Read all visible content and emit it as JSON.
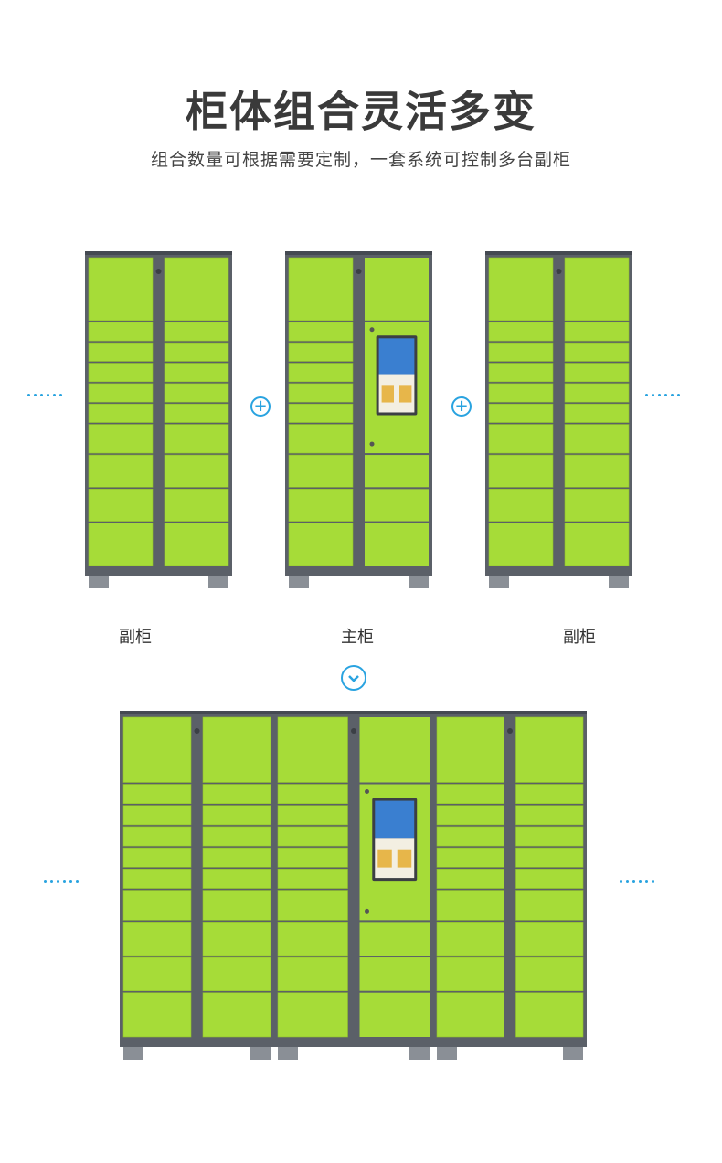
{
  "header": {
    "title": "柜体组合灵活多变",
    "subtitle": "组合数量可根据需要定制，一套系统可控制多台副柜"
  },
  "labels": {
    "left": "副柜",
    "center": "主柜",
    "right": "副柜"
  },
  "colors": {
    "door_green": "#a6dc38",
    "frame_gray": "#5b6068",
    "accent_blue": "#29a3e0"
  },
  "icons": {
    "plus": "plus-circle-icon",
    "down": "chevron-down-circle-icon"
  }
}
